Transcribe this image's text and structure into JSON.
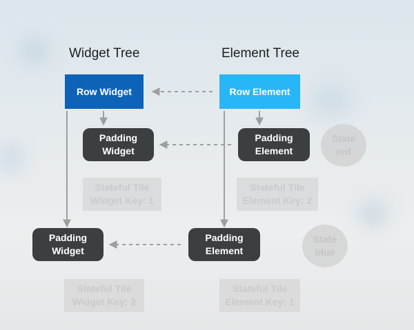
{
  "headings": {
    "widget_tree": "Widget Tree",
    "element_tree": "Element Tree"
  },
  "nodes": {
    "row_widget": "Row Widget",
    "row_element": "Row Element",
    "padding_widget_top": [
      "Padding",
      "Widget"
    ],
    "padding_element_top": [
      "Padding",
      "Element"
    ],
    "padding_widget_bottom": [
      "Padding",
      "Widget"
    ],
    "padding_element_bottom": [
      "Padding",
      "Element"
    ],
    "stateful_tile_widget_1": [
      "Stateful Tile",
      "Widget Key: 1"
    ],
    "stateful_tile_element_2": [
      "Stateful Tile",
      "Element Key: 2"
    ],
    "stateful_tile_widget_2": [
      "Stateful Tile",
      "Widget Key: 2"
    ],
    "stateful_tile_element_1": [
      "Stateful Tile",
      "Element Key: 1"
    ]
  },
  "states": {
    "state_red": [
      "State",
      "red"
    ],
    "state_blue": [
      "State",
      "blue"
    ]
  },
  "colors": {
    "row_widget": "#0d63b8",
    "row_element": "#29b6f6",
    "padding_node": "#3b3f42",
    "ghost_node": "#d8d8d8",
    "connector": "#9e9e9e"
  }
}
